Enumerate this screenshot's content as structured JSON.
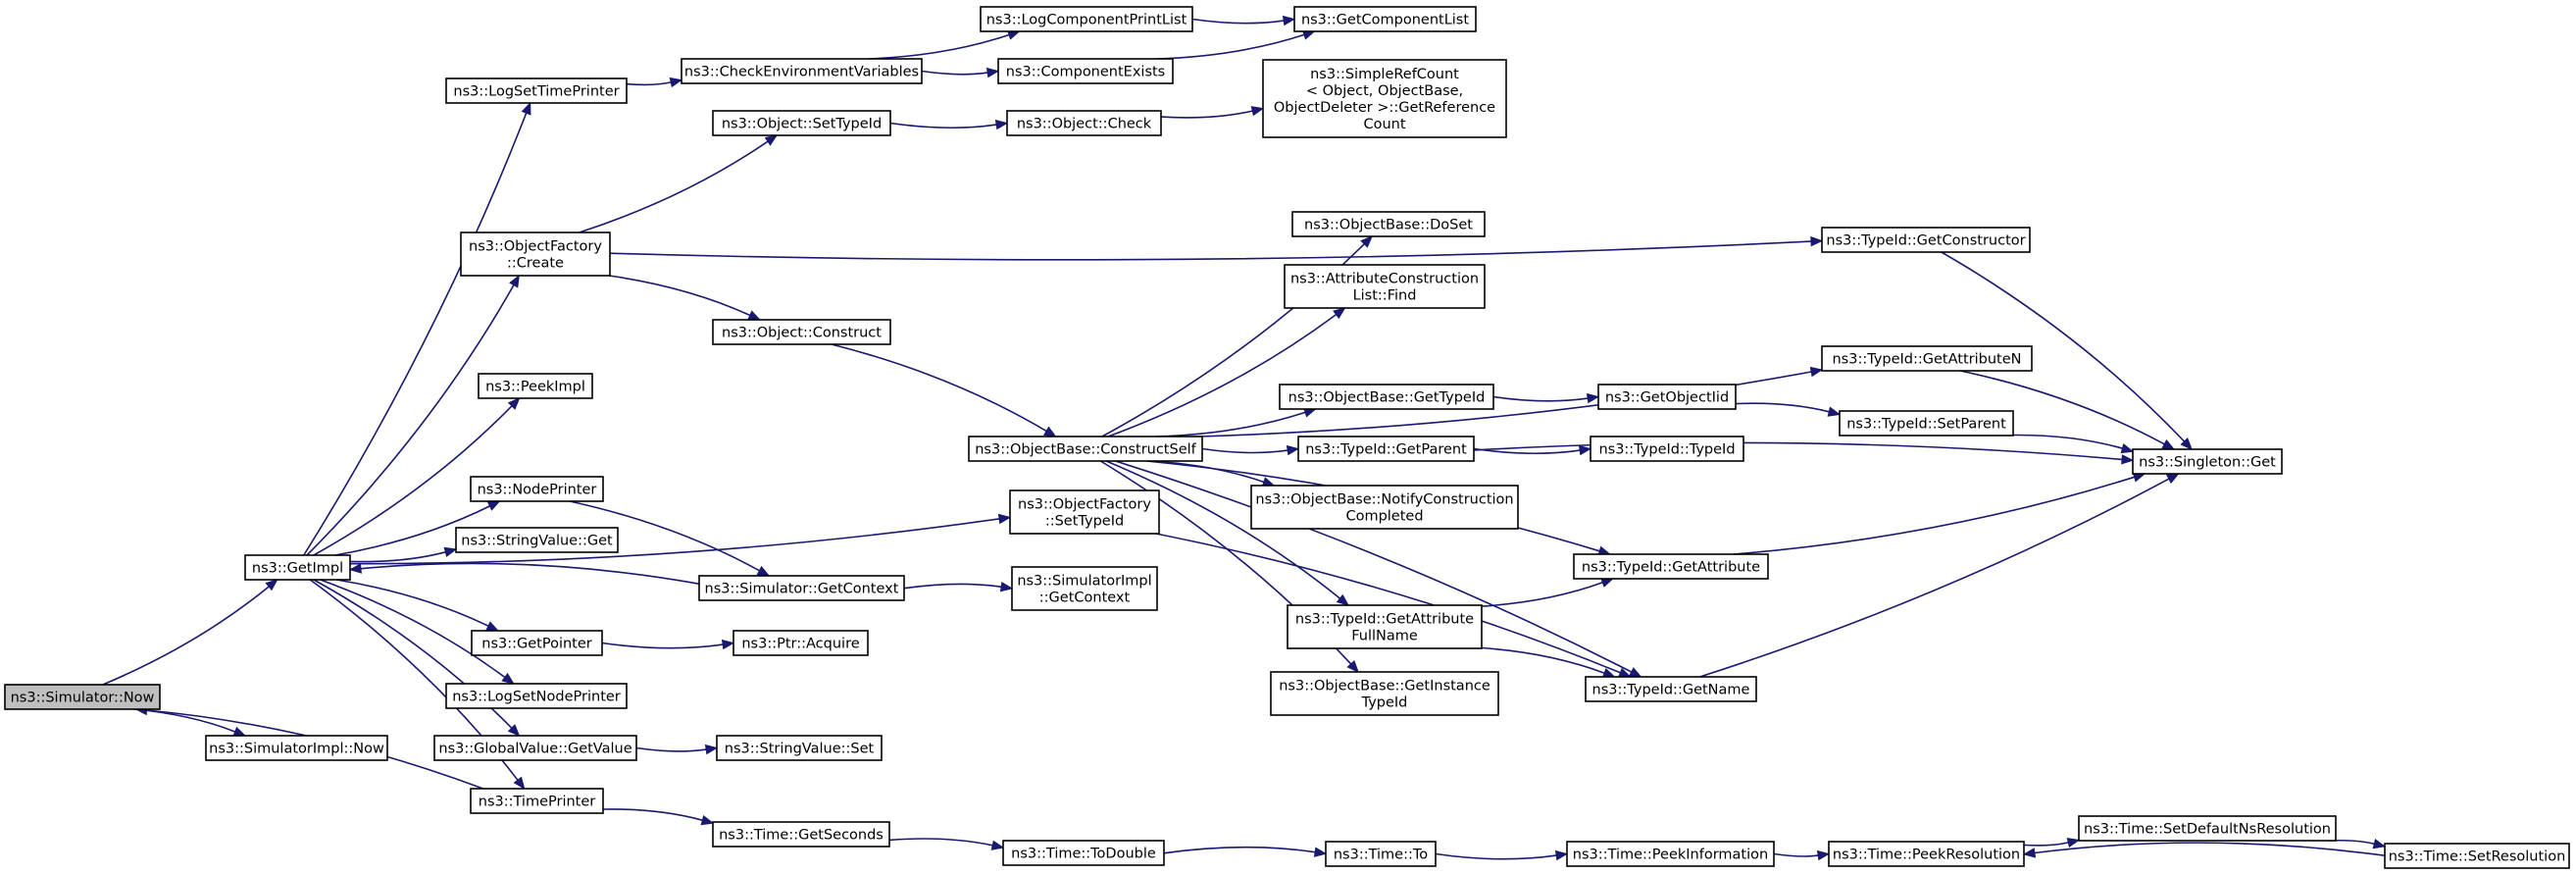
{
  "diagram": {
    "colors": {
      "edge": "#191970",
      "node_border": "#000000",
      "root_fill": "#bfbfbf",
      "node_fill": "#ffffff"
    },
    "nodes": [
      {
        "id": "now",
        "lines": [
          "ns3::Simulator::Now"
        ],
        "root": true
      },
      {
        "id": "getimpl",
        "lines": [
          "ns3::GetImpl"
        ]
      },
      {
        "id": "simimplnow",
        "lines": [
          "ns3::SimulatorImpl::Now"
        ]
      },
      {
        "id": "logsettimeprinter",
        "lines": [
          "ns3::LogSetTimePrinter"
        ]
      },
      {
        "id": "objfactorycreate",
        "lines": [
          "ns3::ObjectFactory",
          "::Create"
        ]
      },
      {
        "id": "peekimpl",
        "lines": [
          "ns3::PeekImpl"
        ]
      },
      {
        "id": "nodeprinter",
        "lines": [
          "ns3::NodePrinter"
        ]
      },
      {
        "id": "stringvalueget",
        "lines": [
          "ns3::StringValue::Get"
        ]
      },
      {
        "id": "getpointer",
        "lines": [
          "ns3::GetPointer"
        ]
      },
      {
        "id": "logsetnodeprinter",
        "lines": [
          "ns3::LogSetNodePrinter"
        ]
      },
      {
        "id": "globalvalueget",
        "lines": [
          "ns3::GlobalValue::GetValue"
        ]
      },
      {
        "id": "timeprinter",
        "lines": [
          "ns3::TimePrinter"
        ]
      },
      {
        "id": "checkenv",
        "lines": [
          "ns3::CheckEnvironmentVariables"
        ]
      },
      {
        "id": "objsettypeid",
        "lines": [
          "ns3::Object::SetTypeId"
        ]
      },
      {
        "id": "objconstruct",
        "lines": [
          "ns3::Object::Construct"
        ]
      },
      {
        "id": "simgetcontext",
        "lines": [
          "ns3::Simulator::GetContext"
        ]
      },
      {
        "id": "ptracquire",
        "lines": [
          "ns3::Ptr::Acquire"
        ]
      },
      {
        "id": "stringvalueset",
        "lines": [
          "ns3::StringValue::Set"
        ]
      },
      {
        "id": "timegetseconds",
        "lines": [
          "ns3::Time::GetSeconds"
        ]
      },
      {
        "id": "logcomplist",
        "lines": [
          "ns3::LogComponentPrintList"
        ]
      },
      {
        "id": "compexists",
        "lines": [
          "ns3::ComponentExists"
        ]
      },
      {
        "id": "objcheck",
        "lines": [
          "ns3::Object::Check"
        ]
      },
      {
        "id": "objbaseconstructself",
        "lines": [
          "ns3::ObjectBase::ConstructSelf"
        ]
      },
      {
        "id": "objfactorysettypeid",
        "lines": [
          "ns3::ObjectFactory",
          "::SetTypeId"
        ]
      },
      {
        "id": "simimplgetcontext",
        "lines": [
          "ns3::SimulatorImpl",
          "::GetContext"
        ]
      },
      {
        "id": "timetodouble",
        "lines": [
          "ns3::Time::ToDouble"
        ]
      },
      {
        "id": "getcomplist",
        "lines": [
          "ns3::GetComponentList"
        ]
      },
      {
        "id": "simplerefcount",
        "lines": [
          "ns3::SimpleRefCount",
          "< Object, ObjectBase,",
          " ObjectDeleter >::GetReference",
          "Count"
        ]
      },
      {
        "id": "objbasedoset",
        "lines": [
          "ns3::ObjectBase::DoSet"
        ]
      },
      {
        "id": "attrconstructionfind",
        "lines": [
          "ns3::AttributeConstruction",
          "List::Find"
        ]
      },
      {
        "id": "objbasegettypeid",
        "lines": [
          "ns3::ObjectBase::GetTypeId"
        ]
      },
      {
        "id": "typeidgetparent",
        "lines": [
          "ns3::TypeId::GetParent"
        ]
      },
      {
        "id": "objbasenotify",
        "lines": [
          "ns3::ObjectBase::NotifyConstruction",
          "Completed"
        ]
      },
      {
        "id": "typeidgetattrfullname",
        "lines": [
          "ns3::TypeId::GetAttribute",
          "FullName"
        ]
      },
      {
        "id": "objbasegetinstancetypeid",
        "lines": [
          "ns3::ObjectBase::GetInstance",
          "TypeId"
        ]
      },
      {
        "id": "timeto",
        "lines": [
          "ns3::Time::To"
        ]
      },
      {
        "id": "getobjectiid",
        "lines": [
          "ns3::GetObjectIid"
        ]
      },
      {
        "id": "typeidtypeid",
        "lines": [
          "ns3::TypeId::TypeId"
        ]
      },
      {
        "id": "typeidgetattribute",
        "lines": [
          "ns3::TypeId::GetAttribute"
        ]
      },
      {
        "id": "typeidgetname",
        "lines": [
          "ns3::TypeId::GetName"
        ]
      },
      {
        "id": "timepeekinfo",
        "lines": [
          "ns3::Time::PeekInformation"
        ]
      },
      {
        "id": "typeidgetconstructor",
        "lines": [
          "ns3::TypeId::GetConstructor"
        ]
      },
      {
        "id": "typeidgetattributen",
        "lines": [
          "ns3::TypeId::GetAttributeN"
        ]
      },
      {
        "id": "typeidsetparent",
        "lines": [
          "ns3::TypeId::SetParent"
        ]
      },
      {
        "id": "timepeekresolution",
        "lines": [
          "ns3::Time::PeekResolution"
        ]
      },
      {
        "id": "singletonget",
        "lines": [
          "ns3::Singleton::Get"
        ]
      },
      {
        "id": "timesetdefaultns",
        "lines": [
          "ns3::Time::SetDefaultNsResolution"
        ]
      },
      {
        "id": "timesetresolution",
        "lines": [
          "ns3::Time::SetResolution"
        ]
      }
    ],
    "edges": [
      [
        "now",
        "getimpl"
      ],
      [
        "now",
        "simimplnow"
      ],
      [
        "getimpl",
        "logsettimeprinter"
      ],
      [
        "getimpl",
        "objfactorycreate"
      ],
      [
        "getimpl",
        "peekimpl"
      ],
      [
        "getimpl",
        "objfactorysettypeid"
      ],
      [
        "getimpl",
        "nodeprinter"
      ],
      [
        "getimpl",
        "stringvalueget"
      ],
      [
        "getimpl",
        "getpointer"
      ],
      [
        "getimpl",
        "logsetnodeprinter"
      ],
      [
        "getimpl",
        "globalvalueget"
      ],
      [
        "getimpl",
        "timeprinter"
      ],
      [
        "logsettimeprinter",
        "checkenv"
      ],
      [
        "checkenv",
        "logcomplist"
      ],
      [
        "checkenv",
        "compexists"
      ],
      [
        "logcomplist",
        "getcomplist"
      ],
      [
        "compexists",
        "getcomplist"
      ],
      [
        "objfactorycreate",
        "objsettypeid"
      ],
      [
        "objfactorycreate",
        "typeidgetconstructor"
      ],
      [
        "objfactorycreate",
        "objconstruct"
      ],
      [
        "objsettypeid",
        "objcheck"
      ],
      [
        "objcheck",
        "simplerefcount"
      ],
      [
        "objconstruct",
        "objbaseconstructself"
      ],
      [
        "objbaseconstructself",
        "objbasedoset"
      ],
      [
        "objbaseconstructself",
        "attrconstructionfind"
      ],
      [
        "objbaseconstructself",
        "typeidgetattributen"
      ],
      [
        "objbaseconstructself",
        "objbasegettypeid"
      ],
      [
        "objbaseconstructself",
        "typeidgetparent"
      ],
      [
        "objbaseconstructself",
        "objbasenotify"
      ],
      [
        "objbaseconstructself",
        "typeidgetattribute"
      ],
      [
        "objbaseconstructself",
        "typeidgetattrfullname"
      ],
      [
        "objbaseconstructself",
        "objbasegetinstancetypeid"
      ],
      [
        "objbaseconstructself",
        "typeidgetname"
      ],
      [
        "objbasegettypeid",
        "getobjectiid"
      ],
      [
        "getobjectiid",
        "typeidsetparent"
      ],
      [
        "typeidgetparent",
        "typeidtypeid"
      ],
      [
        "typeidgetparent",
        "singletonget"
      ],
      [
        "typeidgetattrfullname",
        "typeidgetattribute"
      ],
      [
        "typeidgetattrfullname",
        "typeidgetname"
      ],
      [
        "typeidgetattribute",
        "singletonget"
      ],
      [
        "typeidgetname",
        "singletonget"
      ],
      [
        "typeidgetconstructor",
        "singletonget"
      ],
      [
        "typeidgetattributen",
        "singletonget"
      ],
      [
        "typeidsetparent",
        "singletonget"
      ],
      [
        "objfactorysettypeid",
        "typeidgetname"
      ],
      [
        "nodeprinter",
        "simgetcontext"
      ],
      [
        "simgetcontext",
        "getimpl"
      ],
      [
        "simgetcontext",
        "simimplgetcontext"
      ],
      [
        "getpointer",
        "ptracquire"
      ],
      [
        "globalvalueget",
        "stringvalueset"
      ],
      [
        "timeprinter",
        "now"
      ],
      [
        "timeprinter",
        "timegetseconds"
      ],
      [
        "timegetseconds",
        "timetodouble"
      ],
      [
        "timetodouble",
        "timeto"
      ],
      [
        "timeto",
        "timepeekinfo"
      ],
      [
        "timepeekinfo",
        "timepeekresolution"
      ],
      [
        "timepeekresolution",
        "timesetdefaultns"
      ],
      [
        "timesetdefaultns",
        "timesetresolution"
      ],
      [
        "timesetresolution",
        "timepeekresolution"
      ]
    ]
  }
}
